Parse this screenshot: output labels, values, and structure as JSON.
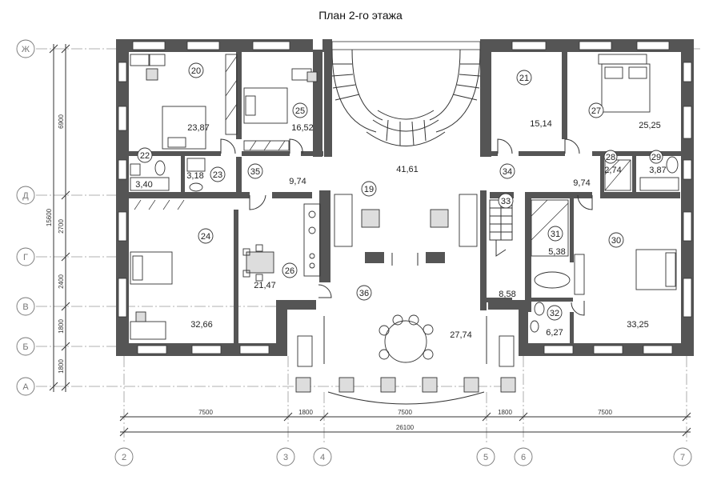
{
  "title": "План 2-го этажа",
  "axes_letters": [
    "Ж",
    "Д",
    "Г",
    "В",
    "Б",
    "А"
  ],
  "axes_numbers": [
    "2",
    "3",
    "4",
    "5",
    "6",
    "7"
  ],
  "dims_vertical_left": [
    "6900",
    "2700",
    "2400",
    "1800",
    "1800"
  ],
  "dim_vertical_total": "15600",
  "dims_horizontal": [
    "7500",
    "1800",
    "7500",
    "1800",
    "7500"
  ],
  "dim_horizontal_total": "26100",
  "rooms": [
    {
      "num": "20",
      "area": "23,87"
    },
    {
      "num": "25",
      "area": "16,52"
    },
    {
      "num": "21",
      "area": "15,14"
    },
    {
      "num": "27",
      "area": "25,25"
    },
    {
      "num": "22",
      "area": "3,40"
    },
    {
      "num": "23",
      "area": "3,18"
    },
    {
      "num": "35",
      "area": "9,74"
    },
    {
      "num": "19",
      "area": "41,61"
    },
    {
      "num": "34",
      "area": "9,74"
    },
    {
      "num": "28",
      "area": "2,74"
    },
    {
      "num": "29",
      "area": "3,87"
    },
    {
      "num": "24",
      "area": "32,66"
    },
    {
      "num": "26",
      "area": "21,47"
    },
    {
      "num": "33",
      "area": "8,58"
    },
    {
      "num": "31",
      "area": "5,38"
    },
    {
      "num": "30",
      "area": "33,25"
    },
    {
      "num": "36",
      "area": "27,74"
    },
    {
      "num": "32",
      "area": "6,27"
    }
  ]
}
